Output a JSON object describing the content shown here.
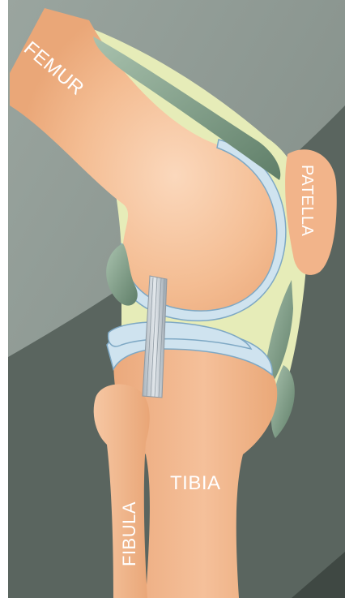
{
  "labels": {
    "femur": "FEMUR",
    "patella": "PATELLA",
    "tibia": "TIBIA",
    "fibula": "FIBULA"
  },
  "colors": {
    "background_light": "#8b9690",
    "background_dark": "#5a655f",
    "bone": "#f2b78e",
    "cartilage": "#cfe3ef",
    "synovium": "#e6ecb8",
    "meniscus": "#7e9c86",
    "ligament": "#c4ccd2"
  }
}
